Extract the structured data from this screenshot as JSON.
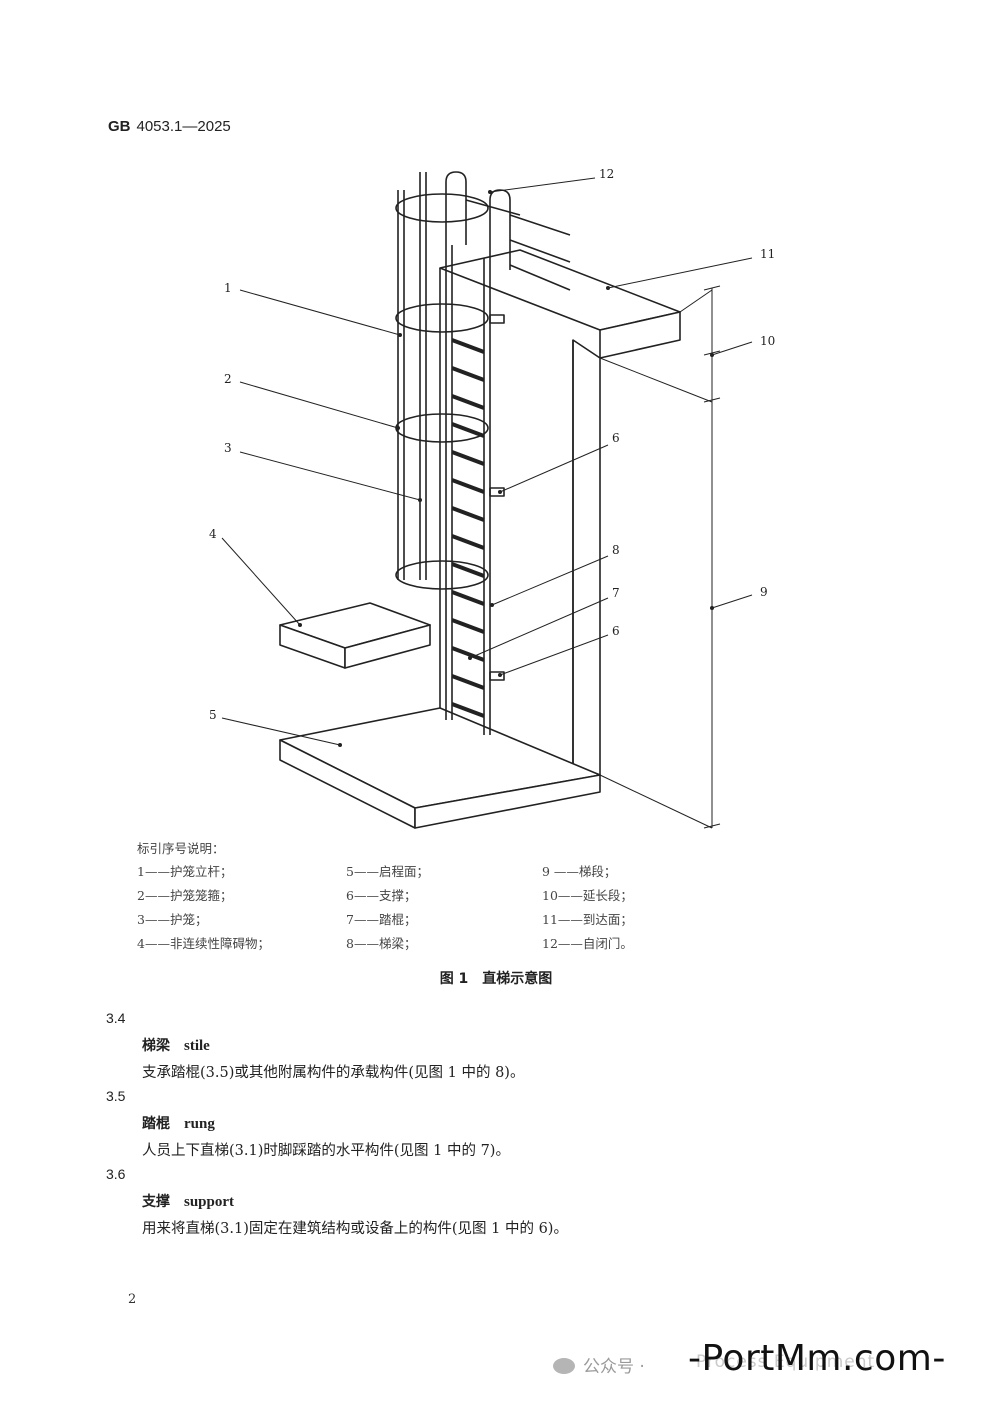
{
  "header": {
    "prefix": "GB",
    "code": "4053.1—2025"
  },
  "figure": {
    "callouts": [
      "1",
      "2",
      "3",
      "4",
      "5",
      "6",
      "6",
      "7",
      "8",
      "9",
      "10",
      "11",
      "12"
    ],
    "legend_title": "标引序号说明：",
    "legend": [
      "1——护笼立杆；",
      "2——护笼笼箍；",
      "3——护笼；",
      "4——非连续性障碍物；",
      "5——启程面；",
      "6——支撑；",
      "7——踏棍；",
      "8——梯梁；",
      "9 ——梯段；",
      "10——延长段；",
      "11——到达面；",
      "12——自闭门。"
    ],
    "caption": "图 1　直梯示意图"
  },
  "sections": [
    {
      "num": "3.4",
      "term_cn": "梯梁",
      "term_en": "stile",
      "definition": "支承踏棍(3.5)或其他附属构件的承载构件(见图 1 中的 8)。"
    },
    {
      "num": "3.5",
      "term_cn": "踏棍",
      "term_en": "rung",
      "definition": "人员上下直梯(3.1)时脚踩踏的水平构件(见图 1 中的 7)。"
    },
    {
      "num": "3.6",
      "term_cn": "支撑",
      "term_en": "support",
      "definition": "用来将直梯(3.1)固定在建筑结构或设备上的构件(见图 1 中的 6)。"
    }
  ],
  "page_number": "2",
  "watermark": {
    "wechat": "公众号 ·",
    "faint": "Process Equipment",
    "main": "-PortMm.com-"
  }
}
